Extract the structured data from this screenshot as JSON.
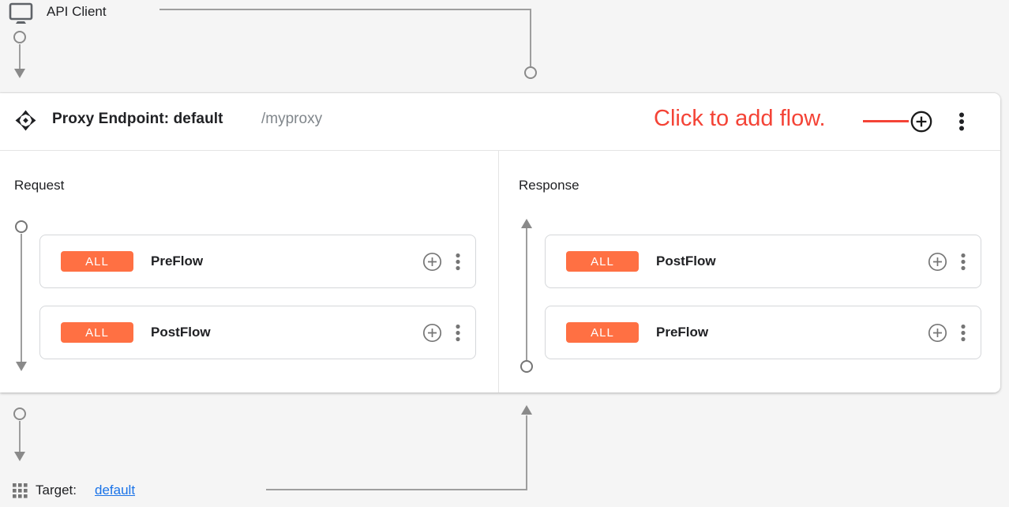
{
  "api_client": {
    "label": "API Client"
  },
  "header": {
    "title": "Proxy Endpoint: default",
    "path": "/myproxy",
    "annotation": "Click to add flow."
  },
  "request": {
    "label": "Request",
    "flows": [
      {
        "badge": "ALL",
        "name": "PreFlow"
      },
      {
        "badge": "ALL",
        "name": "PostFlow"
      }
    ]
  },
  "response": {
    "label": "Response",
    "flows": [
      {
        "badge": "ALL",
        "name": "PostFlow"
      },
      {
        "badge": "ALL",
        "name": "PreFlow"
      }
    ]
  },
  "target": {
    "label": "Target:",
    "link": "default"
  },
  "icons": {
    "api_client": "monitor-icon",
    "proxy_endpoint": "move-arrows-icon",
    "add_flow": "plus-circle-icon",
    "card_add": "plus-circle-icon",
    "menu": "kebab-menu-icon",
    "target": "grid-icon"
  },
  "colors": {
    "badge_orange": "#ff7043",
    "annotation_red": "#f44336",
    "link_blue": "#1a73e8",
    "icon_gray": "#757575",
    "connector_gray": "#9e9e9e",
    "panel_bg": "#ffffff",
    "page_bg": "#f5f5f5"
  }
}
